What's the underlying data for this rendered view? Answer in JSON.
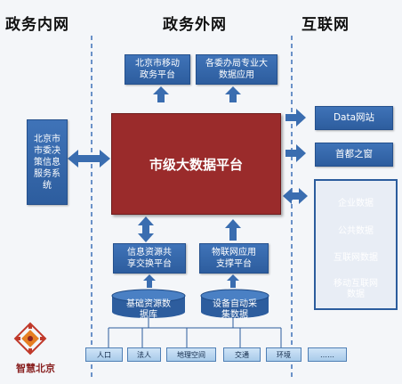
{
  "zones": {
    "internal": "政务内网",
    "external": "政务外网",
    "internet": "互联网"
  },
  "core_platform": "市级大数据平台",
  "top_boxes": {
    "mobile_platform": "北京市移动\n政务平台",
    "big_data_app": "各委办局专业大\n数据应用"
  },
  "left_box": "北京市\n市委决\n策信息\n服务系\n统",
  "bottom_boxes": {
    "exchange": "信息资源共\n享交换平台",
    "iot": "物联网应用\n支撑平台"
  },
  "databases": {
    "base_resource": "基础资源数\n据库",
    "device_collect": "设备自动采\n集数据"
  },
  "internet_boxes": {
    "data_site": "Data网站",
    "capital_window": "首都之窗"
  },
  "internet_dbs": [
    "企业数据",
    "公共数据",
    "互联网数据",
    "移动互联网\n数据"
  ],
  "source_chips": [
    "人口",
    "法人",
    "地理空间",
    "交通",
    "环境",
    "……"
  ],
  "logo": {
    "name": "智慧北京",
    "icon": "smart-beijing-logo-icon",
    "colors": [
      "#c0392b",
      "#e67e22",
      "#8a2323"
    ]
  },
  "colors": {
    "box_blue": "#2d5d9e",
    "core_red": "#9a2b2b",
    "arrow_blue": "#3a6db0"
  }
}
